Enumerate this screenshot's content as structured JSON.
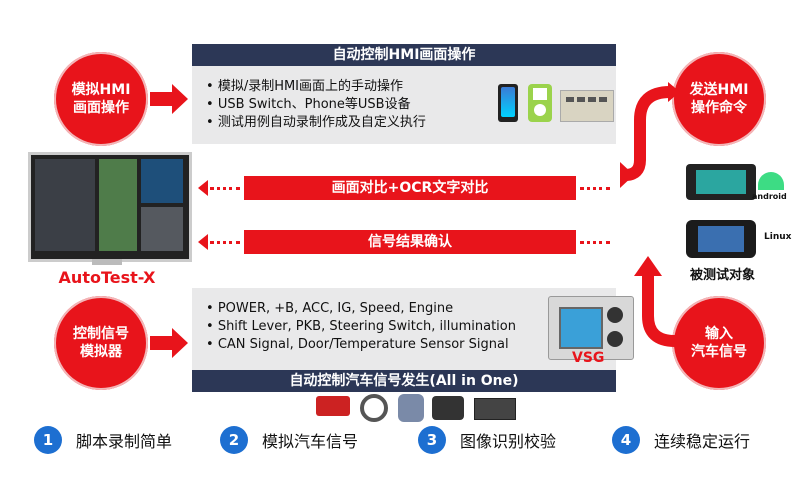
{
  "left_circles": {
    "hmi": "模拟HMI\n画面操作",
    "signal": "控制信号\n模拟器"
  },
  "right_circles": {
    "send": "发送HMI\n操作命令",
    "input": "输入\n汽车信号"
  },
  "top_panel": {
    "title": "自动控制HMI画面操作",
    "bullets": [
      "模拟/录制HMI画面上的手动操作",
      "USB Switch、Phone等USB设备",
      "测试用例自动录制作成及自定义执行"
    ]
  },
  "bars": {
    "compare": "画面对比+OCR文字对比",
    "confirm": "信号结果确认"
  },
  "bottom_panel": {
    "title": "自动控制汽车信号发生(All in One)",
    "bullets": [
      "POWER, +B, ACC, IG, Speed, Engine",
      "Shift Lever, PKB, Steering Switch, illumination",
      "CAN Signal, Door/Temperature Sensor Signal"
    ],
    "device_label": "VSG"
  },
  "left_device_label": "AutoTest-X",
  "right_device": {
    "logo_top": "android",
    "logo_bottom": "Linux",
    "label": "被测试对象"
  },
  "features": [
    {
      "num": "1",
      "text": "脚本录制简单"
    },
    {
      "num": "2",
      "text": "模拟汽车信号"
    },
    {
      "num": "3",
      "text": "图像识别校验"
    },
    {
      "num": "4",
      "text": "连续稳定运行"
    }
  ],
  "colors": {
    "red": "#e8141b",
    "navy": "#2c3756",
    "blue": "#1d6fd1",
    "panel": "#e9e9ea"
  }
}
